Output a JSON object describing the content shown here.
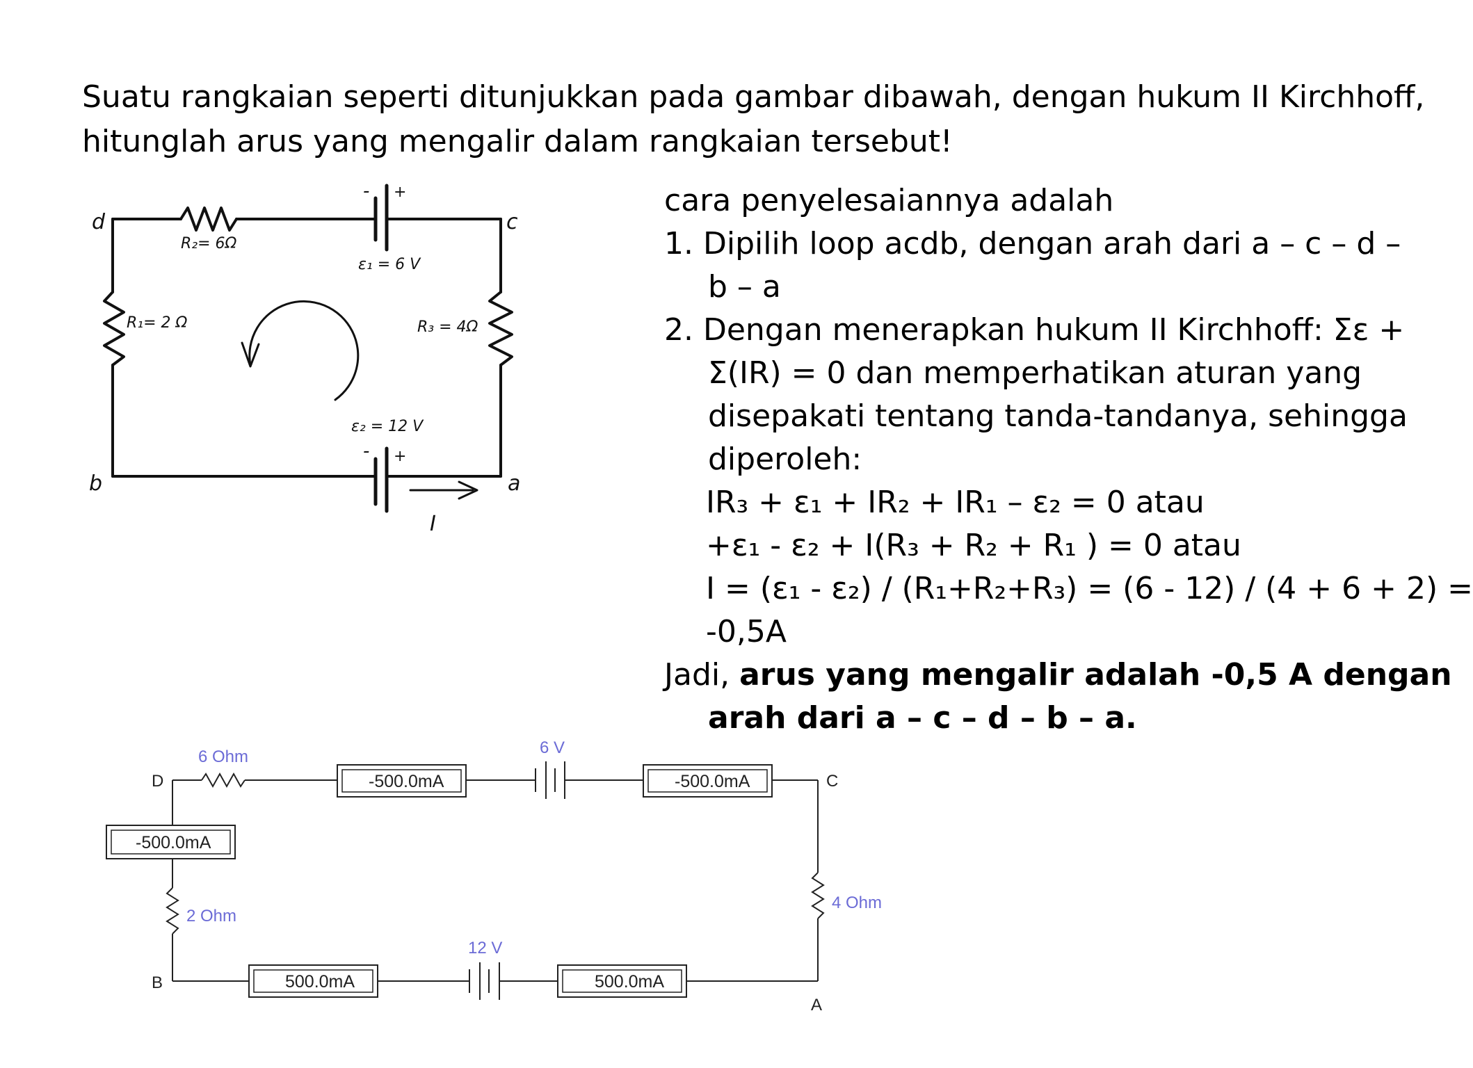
{
  "question": {
    "line1": "Suatu rangkaian seperti ditunjukkan pada gambar dibawah, dengan hukum II Kirchhoff,",
    "line2": "hitunglah arus yang mengalir dalam rangkaian tersebut!"
  },
  "figure1": {
    "node_d": "d",
    "node_c": "c",
    "node_b": "b",
    "node_a": "a",
    "r2": "R₂= 6Ω",
    "emf1": "ε₁ = 6 V",
    "r1": "R₁= 2 Ω",
    "r3": "R₃ = 4Ω",
    "emf2": "ε₂ = 12 V",
    "current": "I",
    "minus1": "-",
    "plus1": "+",
    "minus2": "-",
    "plus2": "+"
  },
  "solution": {
    "intro": "cara penyelesaiannya adalah",
    "step1_a": "1. Dipilih loop acdb, dengan arah dari a – c – d –",
    "step1_b": "b – a",
    "step2_a": "2. Dengan menerapkan hukum II Kirchhoff: Σε +",
    "step2_b": "Σ(IR) = 0 dan memperhatikan aturan yang",
    "step2_c": "disepakati tentang tanda-tandanya, sehingga",
    "step2_d": "diperoleh:",
    "eq1": "IR₃ + ε₁ + IR₂ + IR₁ – ε₂ = 0  atau",
    "eq2": "+ε₁ - ε₂ + I(R₃ + R₂ + R₁ ) = 0 atau",
    "eq3": "I = (ε₁ - ε₂) / (R₁+R₂+R₃) = (6 - 12) / (4 + 6 + 2) =",
    "eq4": "-0,5A",
    "concl_prefix": "Jadi, ",
    "concl_bold_a": "arus yang mengalir adalah -0,5 A dengan",
    "concl_bold_b": "arah dari a – c – d – b – a."
  },
  "figure2": {
    "node_D": "D",
    "node_C": "C",
    "node_B": "B",
    "node_A": "A",
    "r_top": "6  Ohm",
    "v_top": "6 V",
    "r_left": "2  Ohm",
    "r_right": "4  Ohm",
    "v_bottom": "12 V",
    "meter_top_left": "-500.0mA",
    "meter_top_right": "-500.0mA",
    "meter_left": "-500.0mA",
    "meter_bottom_left": "500.0mA",
    "meter_bottom_right": "500.0mA",
    "label_color": "#6b6bd6"
  }
}
